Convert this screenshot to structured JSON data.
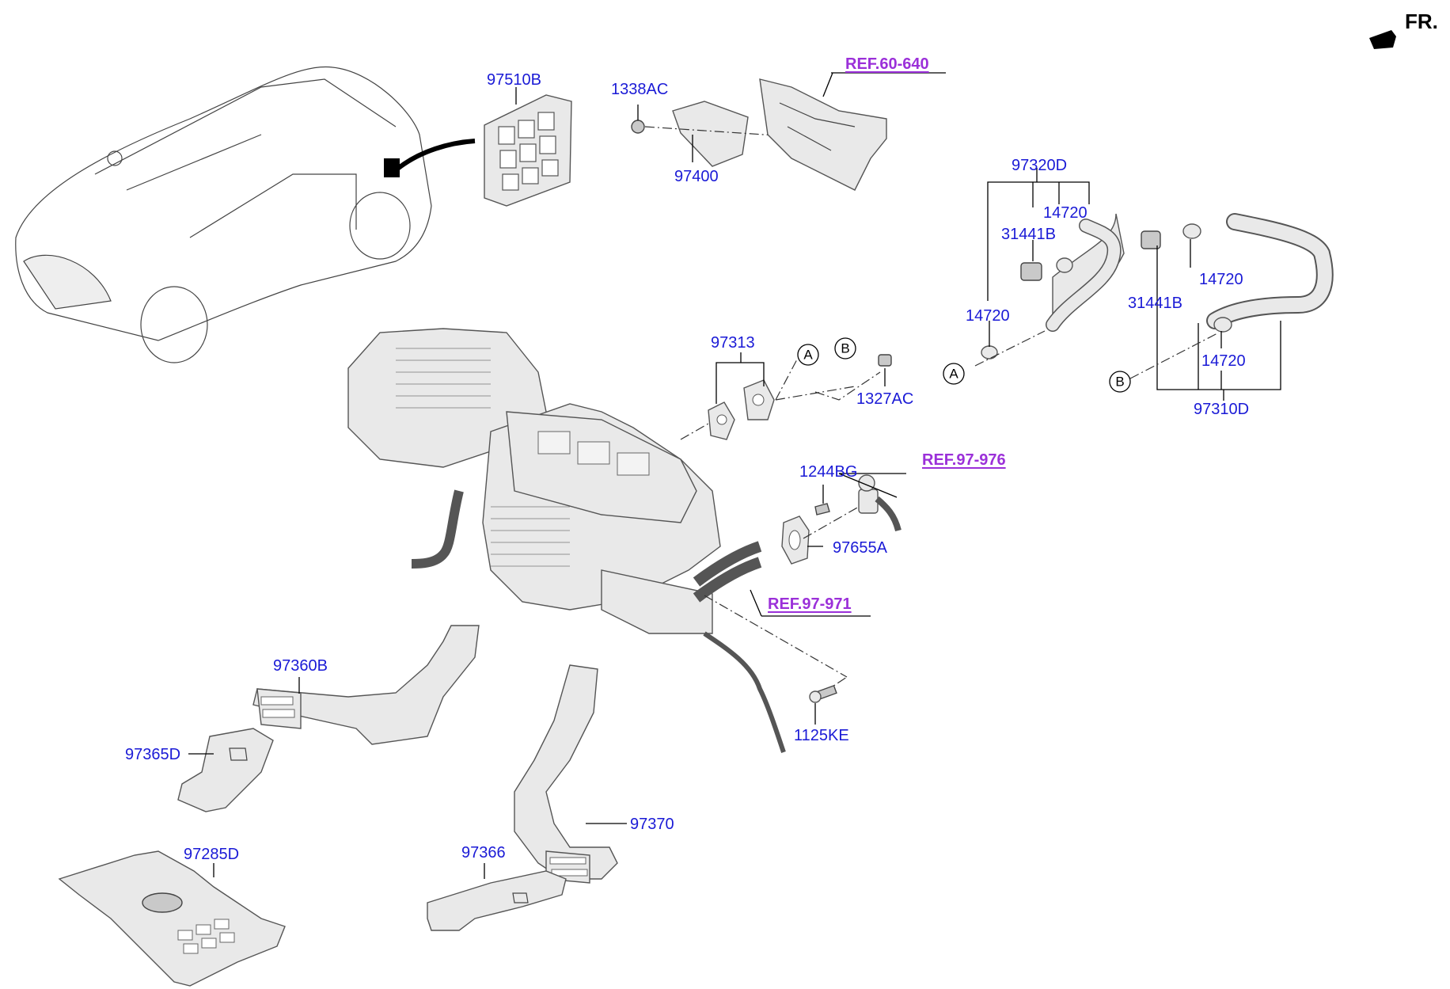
{
  "header": {
    "direction_label": "FR."
  },
  "references": {
    "ref1": "REF.60-640",
    "ref2": "REF.97-976",
    "ref3": "REF.97-971"
  },
  "parts": {
    "p97510B": "97510B",
    "p1338AC": "1338AC",
    "p97400": "97400",
    "p97320D": "97320D",
    "p14720_a": "14720",
    "p31441B_a": "31441B",
    "p14720_b": "14720",
    "p31441B_b": "31441B",
    "p14720_c": "14720",
    "p14720_d": "14720",
    "p97310D": "97310D",
    "p97313": "97313",
    "p1327AC": "1327AC",
    "p1244BG": "1244BG",
    "p97655A": "97655A",
    "p97360B": "97360B",
    "p97365D": "97365D",
    "p97370": "97370",
    "p97366": "97366",
    "p97285D": "97285D",
    "p1125KE": "1125KE"
  },
  "callouts": {
    "a": "A",
    "b": "B"
  },
  "colors": {
    "part_label": "#1a1ad6",
    "reference_label": "#9b30d9"
  }
}
